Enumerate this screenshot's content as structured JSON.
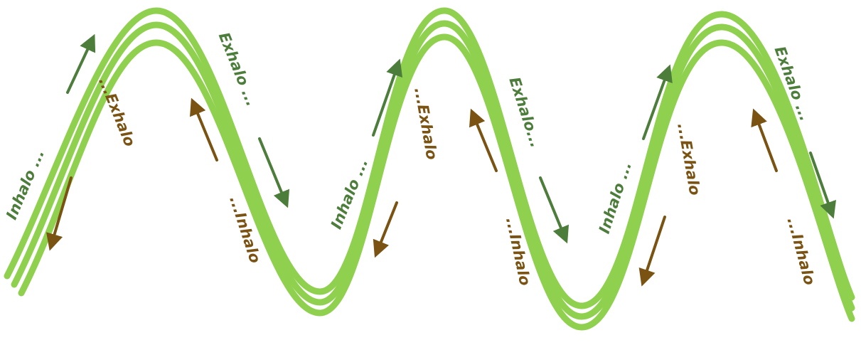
{
  "colors": {
    "wave": "#8fd14f",
    "inhale": "#4c7d3a",
    "exhale": "#7a5212",
    "background": "#ffffff"
  },
  "labels": {
    "inhale_1": "Inhalo ...",
    "exhale_1": "...Exhalo",
    "exhale_2": "Exhalo ...",
    "inhale_2": "...Inhalo",
    "inhale_3": "Inhalo ...",
    "exhale_3": "...Exhalo",
    "exhale_4": "Exhalo...",
    "inhale_4": "...Inhalo",
    "inhale_5": "Inhalo ...",
    "exhale_5": "...Exhalo",
    "exhale_6": "Exhalo ...",
    "inhale_6": "...Inhalo"
  },
  "arrow_icons": {
    "inhale_up": "arrow-up-right-icon",
    "exhale_down": "arrow-down-left-icon",
    "exhale_right_down": "arrow-down-right-icon",
    "inhale_left_up": "arrow-up-left-icon"
  }
}
